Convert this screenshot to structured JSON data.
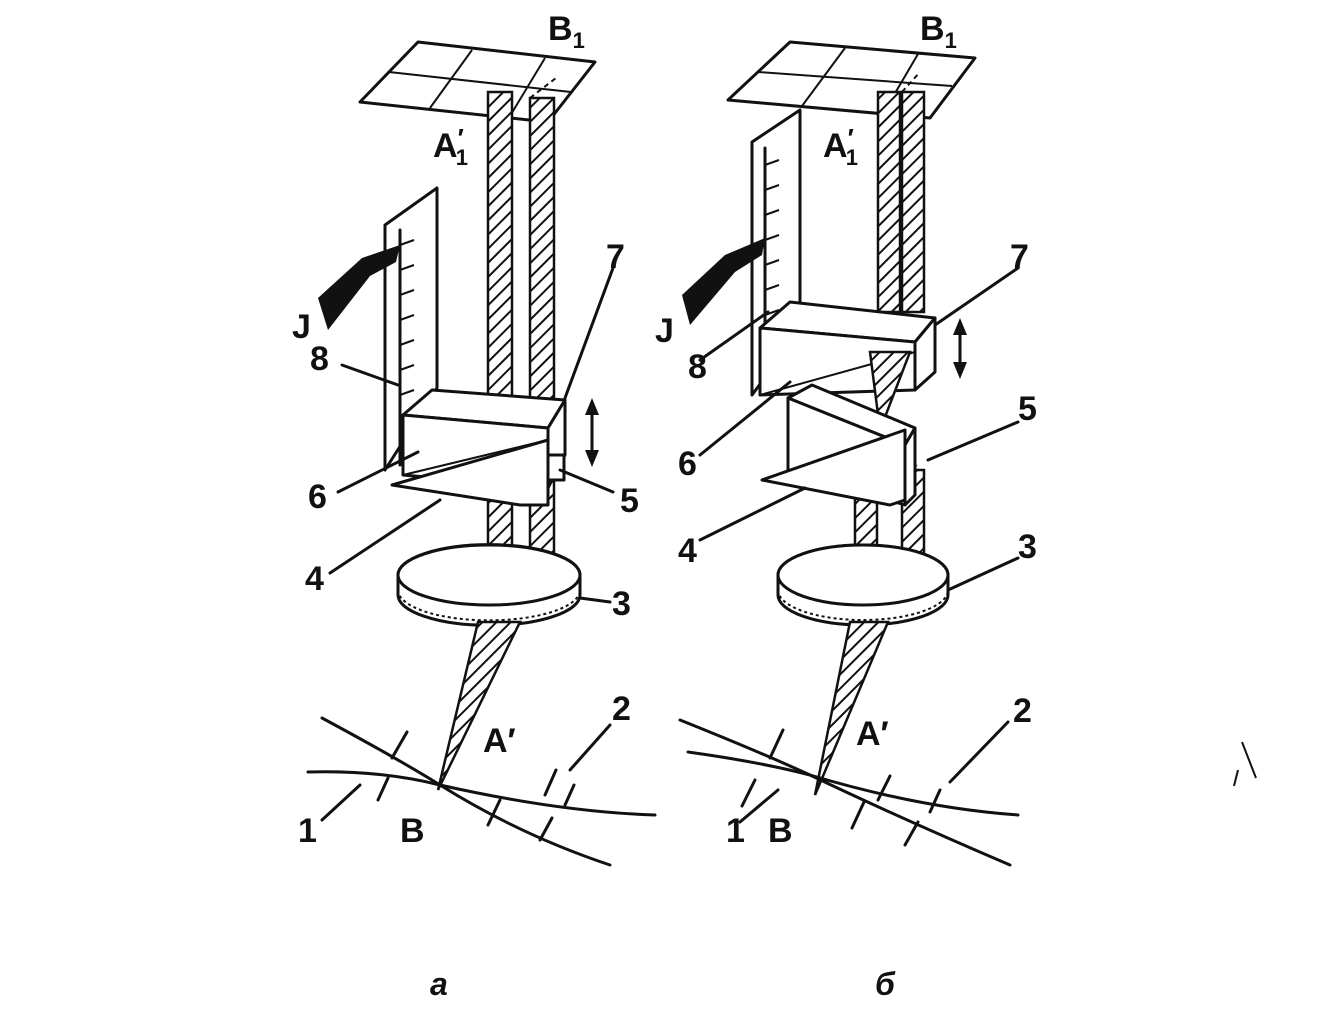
{
  "figure_a": {
    "caption": "а",
    "labels": {
      "B1": "B",
      "B1_sub": "1",
      "A1": "A",
      "A1_prime": "′",
      "A1_sub": "1",
      "J": "J",
      "n8": "8",
      "n7": "7",
      "n6": "6",
      "n5": "5",
      "n4": "4",
      "n3": "3",
      "n2": "2",
      "n1": "1",
      "A_prime": "A′",
      "B": "B"
    }
  },
  "figure_b": {
    "caption": "б",
    "labels": {
      "B1": "B",
      "B1_sub": "1",
      "A1": "A",
      "A1_prime": "′",
      "A1_sub": "1",
      "J": "J",
      "n8": "8",
      "n7": "7",
      "n6": "6",
      "n5": "5",
      "n4": "4",
      "n3": "3",
      "n2": "2",
      "n1": "1",
      "A_prime": "A′",
      "B": "B"
    }
  }
}
